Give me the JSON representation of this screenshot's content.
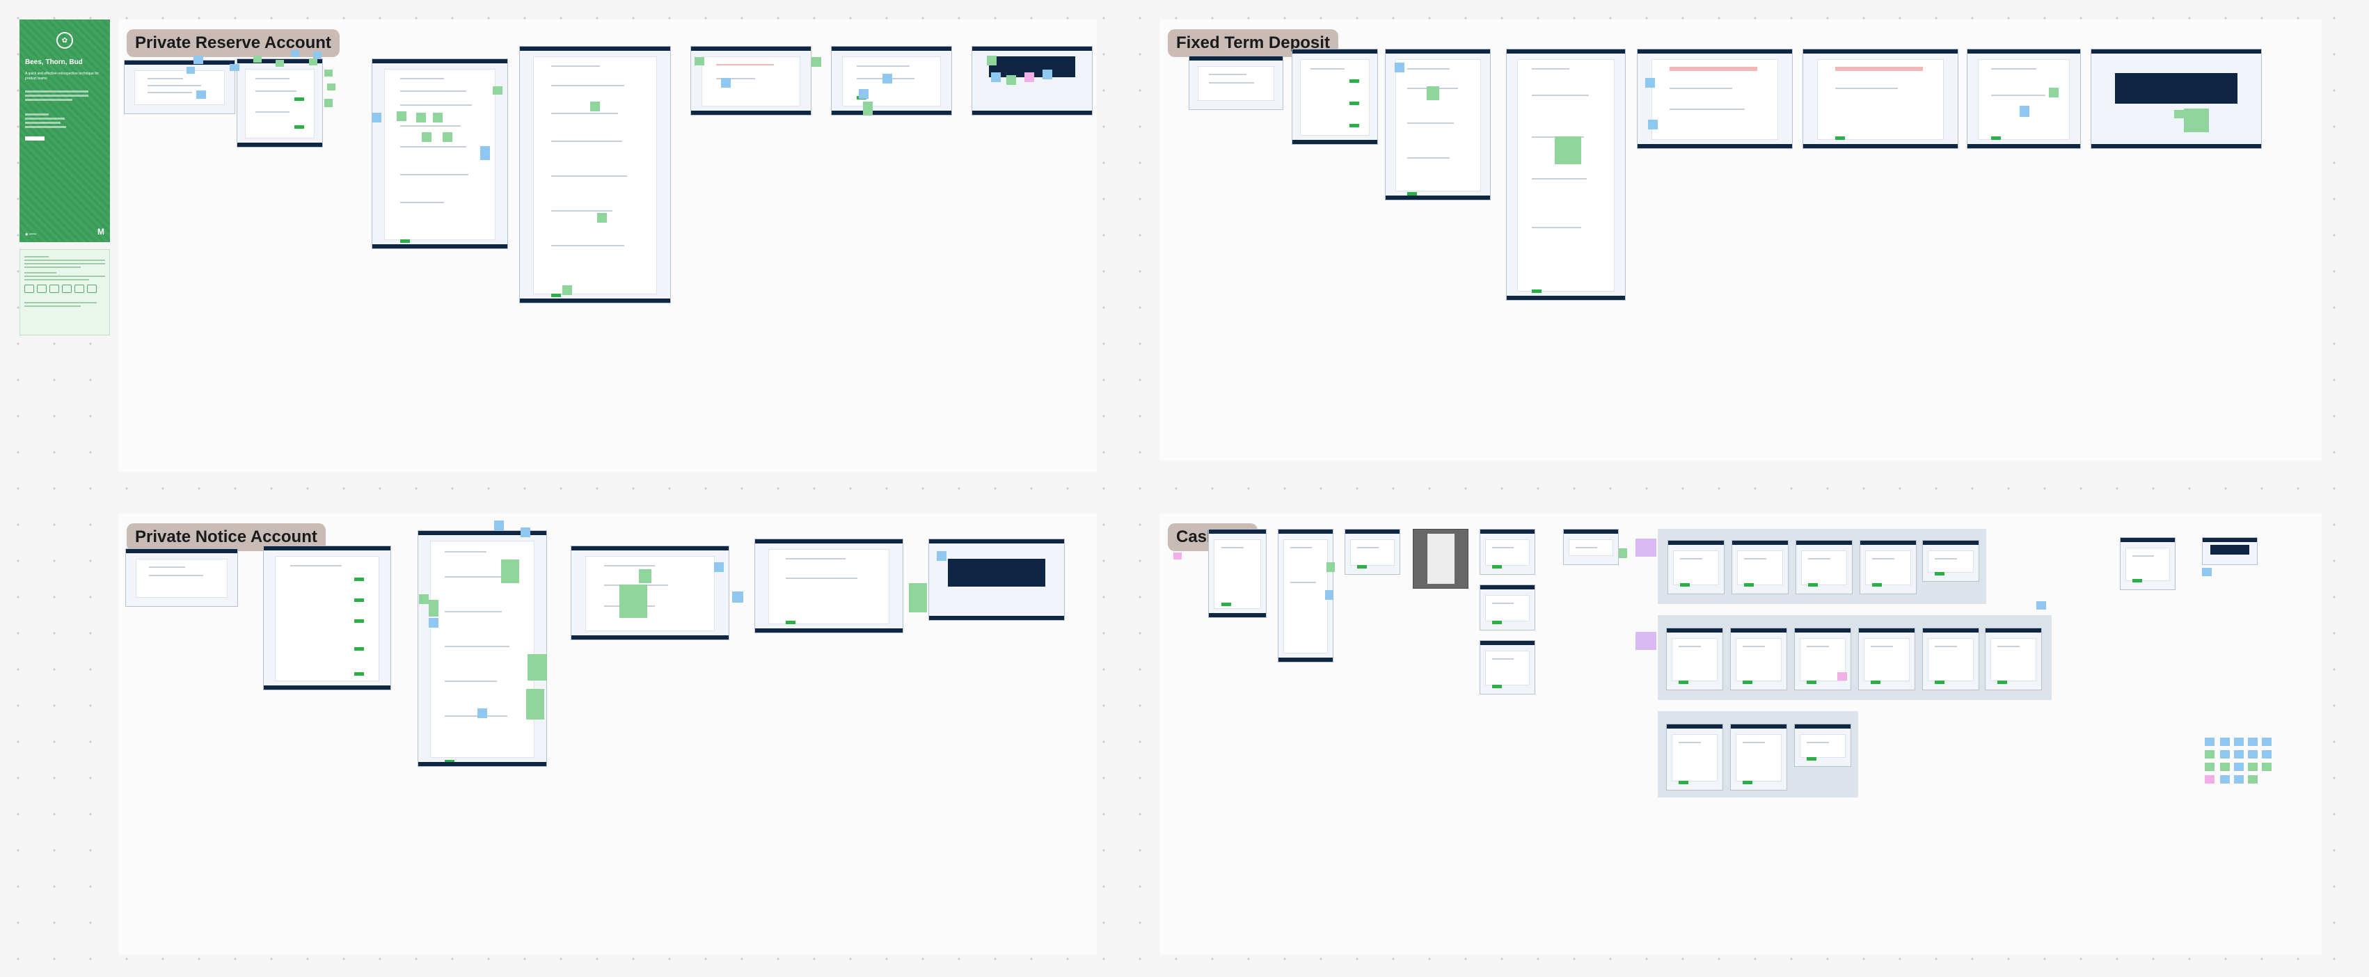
{
  "board": {
    "sections": [
      {
        "id": "private-reserve",
        "label": "Private Reserve Account"
      },
      {
        "id": "fixed-term",
        "label": "Fixed Term Deposit"
      },
      {
        "id": "private-notice",
        "label": "Private Notice Account"
      },
      {
        "id": "cash-isa",
        "label": "Cash ISA"
      }
    ],
    "cover": {
      "title": "Bees, Thorn, Bud",
      "subtitle": "A quick and effective retrospective technique for product teams",
      "logo_icon": "bee-icon",
      "brand_mark": "M"
    },
    "colors": {
      "canvas": "#f5f5f5",
      "section_bg": "#fbfbfb",
      "label_bg": "#c9bcb6",
      "header_navy": "#0f2544",
      "cta_green": "#2cae49",
      "sticky_green": "#8fd49b",
      "sticky_blue": "#8fc7f0",
      "sticky_pink": "#f2aee6",
      "sticky_purple": "#d8b9f2",
      "cover_green": "#3a9d57"
    }
  }
}
